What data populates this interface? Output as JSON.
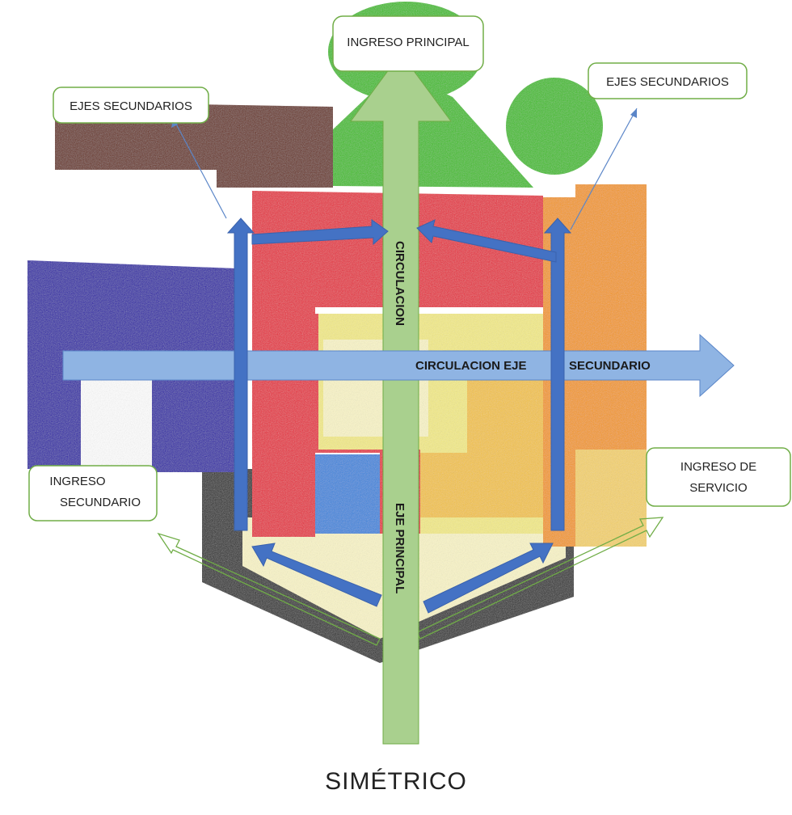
{
  "callouts": {
    "ingreso_principal": "INGRESO PRINCIPAL",
    "ejes_secundarios_left": "EJES SECUNDARIOS",
    "ejes_secundarios_right": "EJES SECUNDARIOS",
    "ingreso_secundario_line1": "INGRESO",
    "ingreso_secundario_line2": "SECUNDARIO",
    "ingreso_servicio_line1": "INGRESO DE",
    "ingreso_servicio_line2": "SERVICIO"
  },
  "axis_labels": {
    "circulacion_vertical": "CIRCULACION",
    "circulacion_eje": "CIRCULACION EJE",
    "secundario": "SECUNDARIO",
    "eje_principal": "EJE PRINCIPAL"
  },
  "caption": "SIMÉTRICO",
  "colors": {
    "brown": "#6b2e1c",
    "green": "#3fbf1c",
    "red": "#e8283a",
    "orange": "#f59a14",
    "yellow": "#f4ec86",
    "pale_yellow": "#fbf6c8",
    "blue_block": "#2a1aa8",
    "light_blue": "#3a86de",
    "black": "#2a2a2a",
    "arrow_blue": "#4472c4",
    "axis_green": "#a9d08e",
    "callout_border": "#70ad47"
  }
}
